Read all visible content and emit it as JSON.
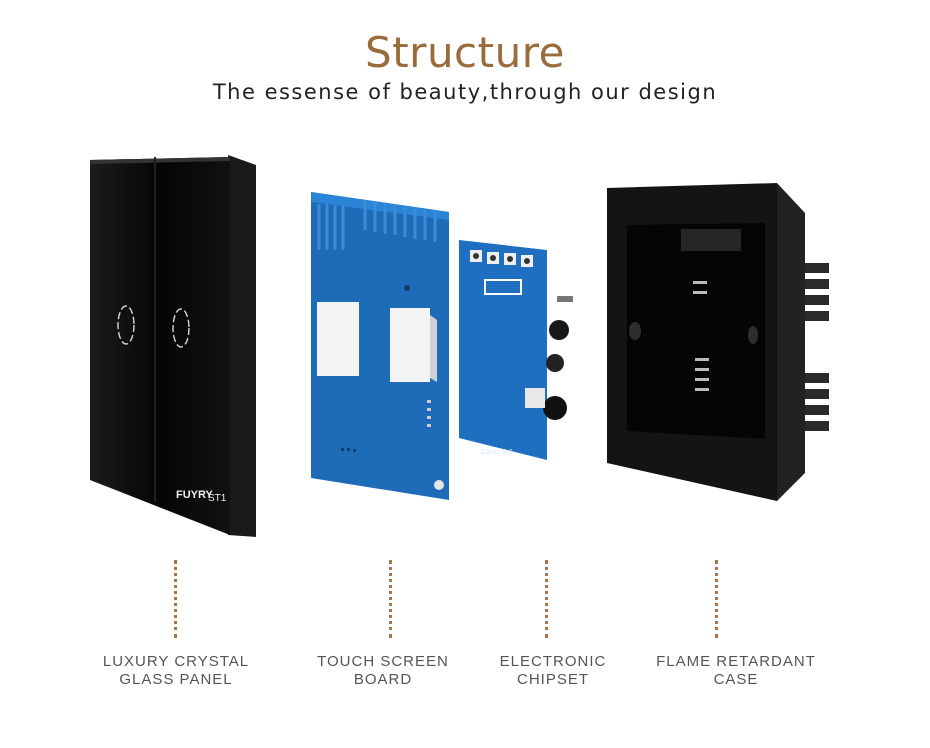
{
  "header": {
    "title": "Structure",
    "subtitle": "The essense of beauty,through our design"
  },
  "panel": {
    "brand": "FUYRY",
    "model": "ST1"
  },
  "chipset": {
    "part_code": "C2-01-5-0"
  },
  "labels": {
    "glass_panel": [
      "LUXURY CRYSTAL",
      "GLASS PANEL"
    ],
    "touch_board": [
      "TOUCH SCREEN",
      "BOARD"
    ],
    "chipset": [
      "ELECTRONIC",
      "CHIPSET"
    ],
    "case": [
      "FLAME RETARDANT",
      "CASE"
    ]
  },
  "colors": {
    "title": "#9a6c3c",
    "dots": "#a6764a",
    "pcb_blue": "#1e6bb8",
    "panel_black": "#0a0a0a"
  }
}
